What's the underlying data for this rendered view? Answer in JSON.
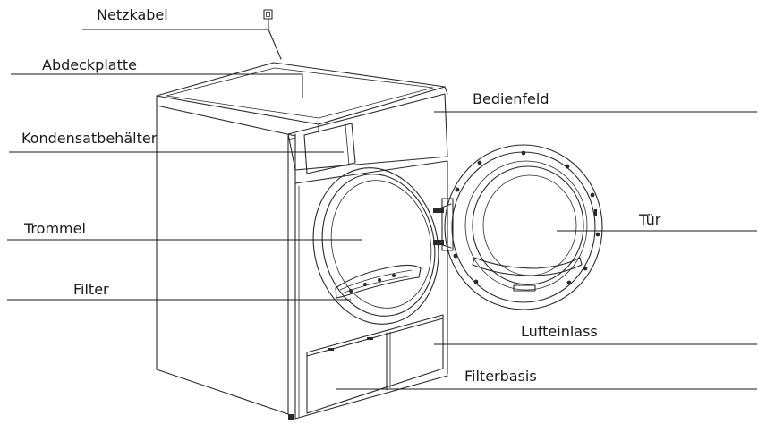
{
  "labels": {
    "netzkabel": "Netzkabel",
    "abdeckplatte": "Abdeckplatte",
    "kondensatbehaelter": "Kondensatbehälter",
    "trommel": "Trommel",
    "filter": "Filter",
    "bedienfeld": "Bedienfeld",
    "tuer": "Tür",
    "lufteinlass": "Lufteinlass",
    "filterbasis": "Filterbasis"
  },
  "colors": {
    "line": "#1a1a1a",
    "drawing": "#2a2a2a",
    "background": "#ffffff"
  }
}
